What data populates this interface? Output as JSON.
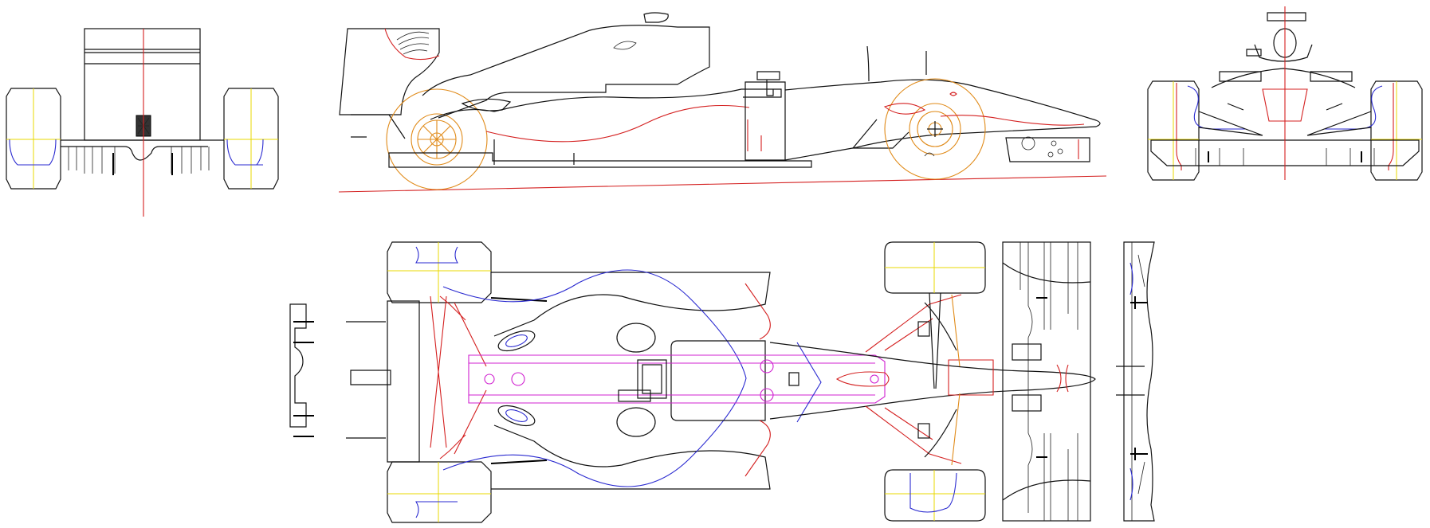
{
  "drawing": {
    "views": [
      "rear",
      "side",
      "front",
      "top",
      "front-wing-top",
      "front-wing-side"
    ],
    "colors": {
      "outline": "#111111",
      "centerline": "#d42020",
      "suspension": "#2a2ad0",
      "wheel_axis": "#e8d800",
      "wheel": "#e08a18",
      "chassis_floor": "#d020d0"
    }
  }
}
